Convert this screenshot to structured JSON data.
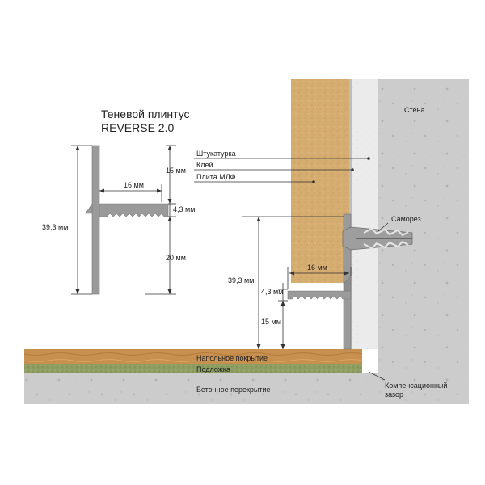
{
  "title_line1": "Теневой плинтус",
  "title_line2": "REVERSE 2.0",
  "left_detail": {
    "height": "39,3 мм",
    "width": "16 мм",
    "top_gap": "15 мм",
    "lip": "4,3 мм",
    "bottom_gap": "20 мм"
  },
  "labels": {
    "wall": "Стена",
    "plaster": "Штукатурка",
    "glue": "Клей",
    "mdf": "Плита МДФ",
    "screw": "Саморез",
    "height": "39,3 мм",
    "width": "16 мм",
    "lip": "4,3 мм",
    "gap": "15 мм",
    "floor": "Напольное покрытие",
    "underlay": "Подложка",
    "slab": "Бетонное перекрытие",
    "comp_line1": "Компенсационный",
    "comp_line2": "зазор"
  },
  "colors": {
    "concrete": "#cfcfcf",
    "plaster": "#ececec",
    "mdf": "#d9b173",
    "floor": "#c48a4c",
    "underlay": "#8a9a5e",
    "profile": "#9a9a9a"
  }
}
